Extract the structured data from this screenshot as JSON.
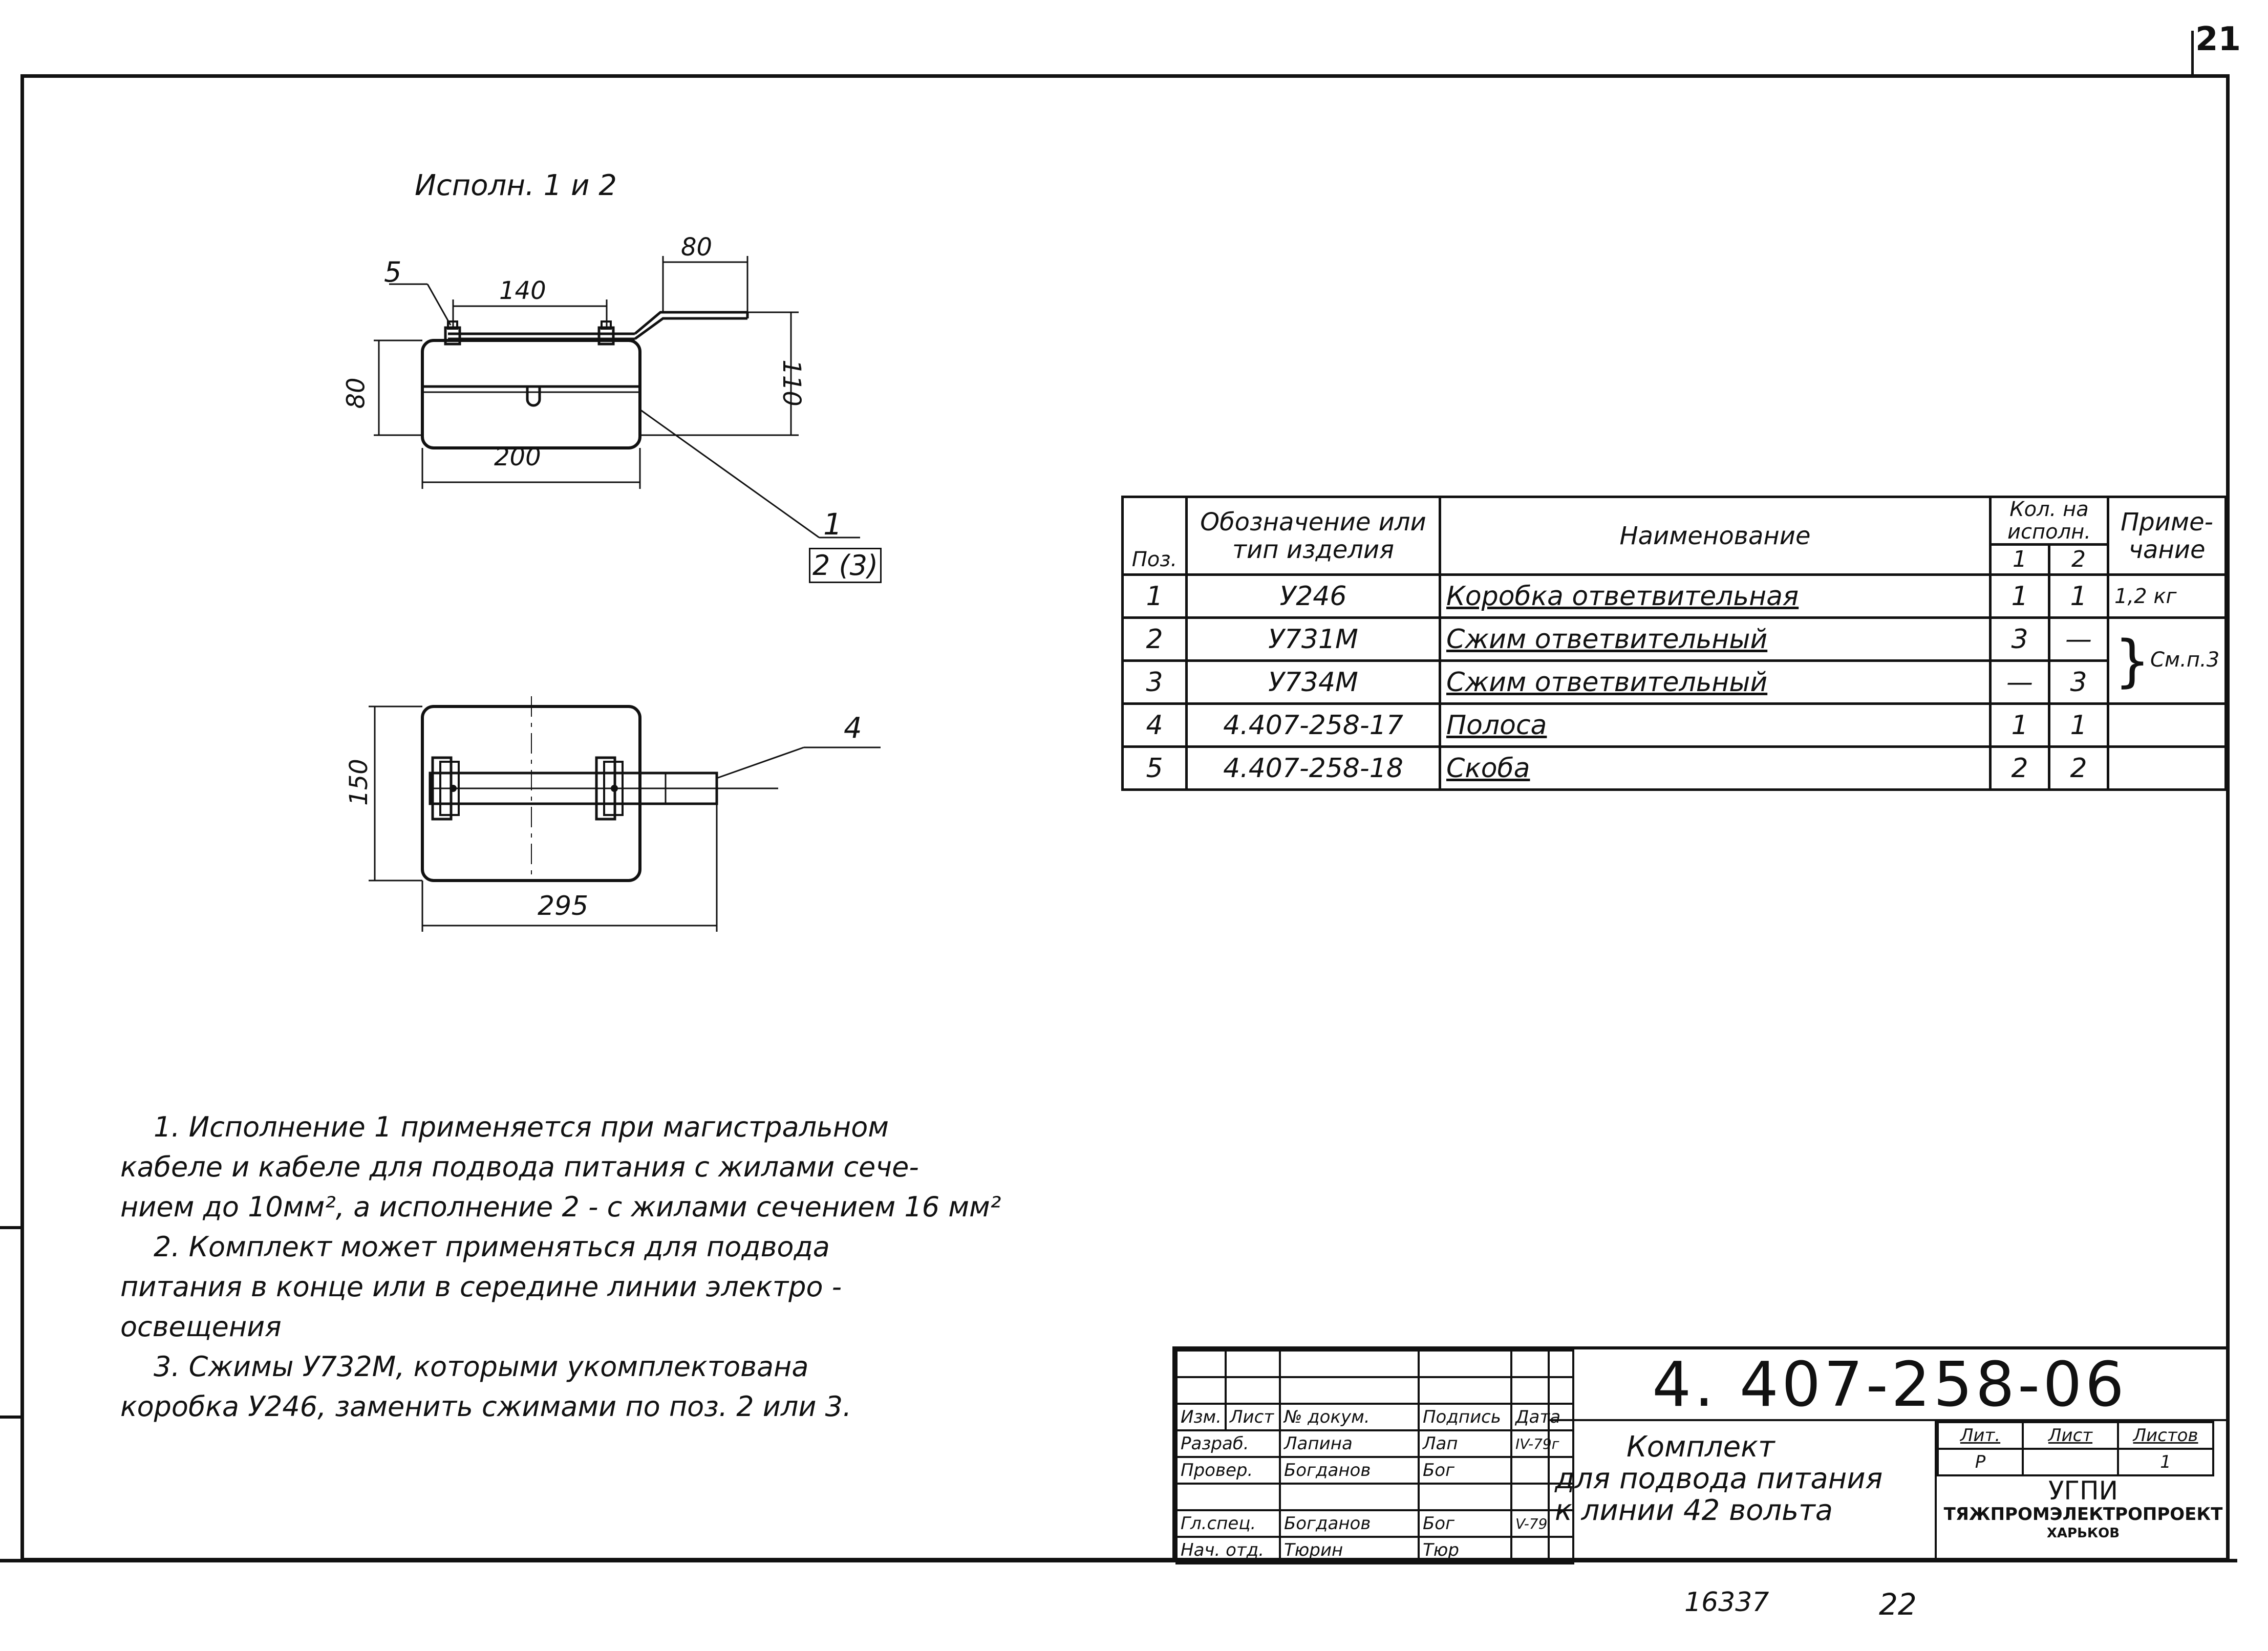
{
  "page_number": "21",
  "variant_label": "Исполн. 1 и 2",
  "drawing_top": {
    "dim_80_top": "80",
    "dim_140": "140",
    "dim_110": "110",
    "dim_80_side": "80",
    "dim_200": "200",
    "callout_5": "5",
    "callout_1": "1",
    "callout_2_3": "2 (3)"
  },
  "drawing_plan": {
    "dim_150": "150",
    "dim_295": "295",
    "callout_4": "4"
  },
  "spec_table": {
    "headers": {
      "pos": "Поз.",
      "designation": "Обозначение или тип изделия",
      "name": "Наименование",
      "qty": "Кол. на исполн.",
      "qty_1": "1",
      "qty_2": "2",
      "note": "Приме-чание"
    },
    "rows": [
      {
        "pos": "1",
        "designation": "У246",
        "name": "Коробка ответвительная",
        "q1": "1",
        "q2": "1",
        "note": "1,2 кг"
      },
      {
        "pos": "2",
        "designation": "У731М",
        "name": "Сжим ответвительный",
        "q1": "3",
        "q2": "—",
        "note": ""
      },
      {
        "pos": "3",
        "designation": "У734М",
        "name": "Сжим ответвительный",
        "q1": "—",
        "q2": "3",
        "note": ""
      },
      {
        "pos": "4",
        "designation": "4.407-258-17",
        "name": "Полоса",
        "q1": "1",
        "q2": "1",
        "note": ""
      },
      {
        "pos": "5",
        "designation": "4.407-258-18",
        "name": "Скоба",
        "q1": "2",
        "q2": "2",
        "note": ""
      }
    ],
    "brace_note": "См.п.3"
  },
  "notes": [
    "1. Исполнение 1 применяется при магистральном",
    "кабеле и кабеле для подвода питания с жилами сече-",
    "нием до 10мм², а исполнение 2 - с жилами сечением 16 мм²",
    "2. Комплект может применяться для подвода",
    "питания в конце или в середине линии электро -",
    "освещения",
    "3. Сжимы У732М, которыми укомплектована",
    "коробка У246, заменить сжимами по поз. 2 или 3."
  ],
  "title_block": {
    "doc_number": "4. 407-258-06",
    "title_lines": [
      "Комплект",
      "для подвода питания",
      "к линии 42 вольта"
    ],
    "col_headers": {
      "izm": "Изм.",
      "list": "Лист",
      "doc": "№ докум.",
      "sign": "Подпись",
      "date": "Дата"
    },
    "people": [
      {
        "role": "Разраб.",
        "name": "Лапина",
        "sign": "Лап",
        "date": "IV-79г"
      },
      {
        "role": "Провер.",
        "name": "Богданов",
        "sign": "Бог",
        "date": ""
      },
      {
        "role": "",
        "name": "",
        "sign": "",
        "date": ""
      },
      {
        "role": "Гл.спец.",
        "name": "Богданов",
        "sign": "Бог",
        "date": "V-79"
      },
      {
        "role": "Нач. отд.",
        "name": "Тюрин",
        "sign": "Тюр",
        "date": ""
      }
    ],
    "lit_label": "Лит.",
    "sheet_label": "Лист",
    "sheets_label": "Листов",
    "lit_value": "Р",
    "sheets_value": "1",
    "org_line1": "УГПИ",
    "org_line2": "ТЯЖПРОМЭЛЕКТРОПРОЕКТ",
    "org_line3": "ХАРЬКОВ"
  },
  "footer": {
    "inv_number": "16337",
    "sheet_index": "22"
  }
}
